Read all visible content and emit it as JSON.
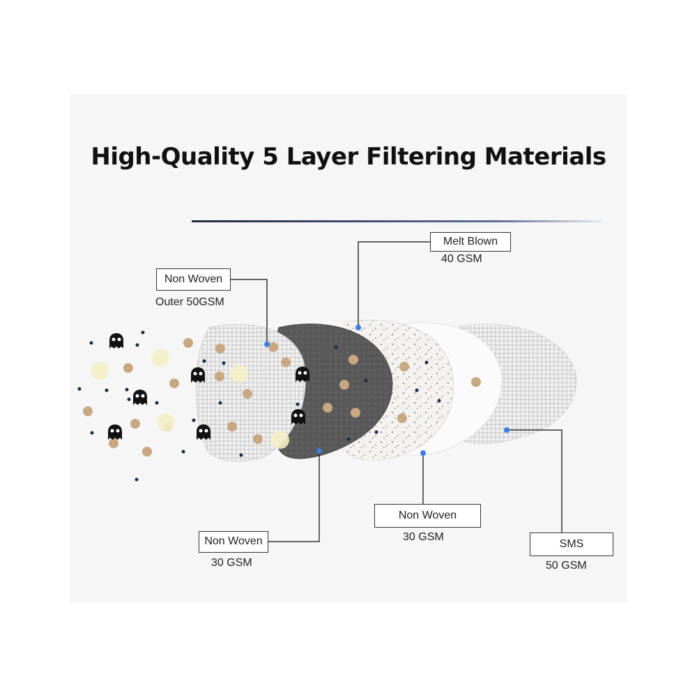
{
  "title": "High-Quality 5 Layer Filtering Materials",
  "layers": [
    {
      "name": "Non Woven",
      "spec": "Outer 50GSM"
    },
    {
      "name": "Non Woven",
      "spec": "30 GSM"
    },
    {
      "name": "Melt Blown",
      "spec": "40 GSM"
    },
    {
      "name": "Non Woven",
      "spec": "30 GSM"
    },
    {
      "name": "SMS",
      "spec": "50 GSM"
    }
  ],
  "colors": {
    "background": "#f6f6f6",
    "pointer_dot": "#3a7ee0",
    "particle_tan": "#c8a882",
    "particle_cream": "#f5f0c8",
    "ghost": "#111111",
    "dark_layer": "#555555"
  }
}
